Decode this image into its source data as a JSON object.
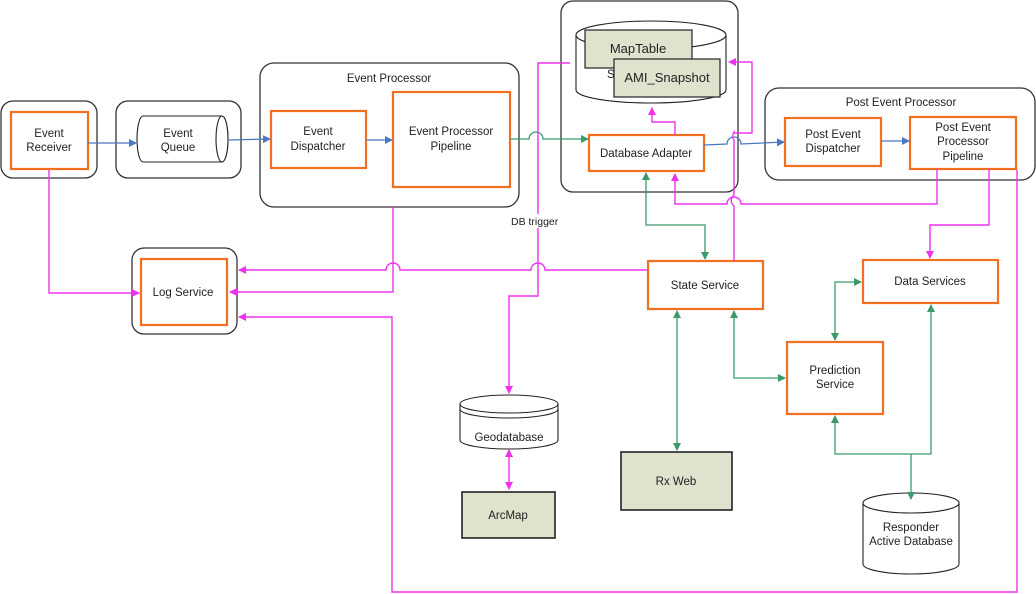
{
  "colors": {
    "service_border": "#f07020",
    "external_fill": "#dfe2cc",
    "magenta_flow": "#ee33ee",
    "green_flow": "#3a9a6a",
    "blue_flow": "#4a78c0"
  },
  "containers": {
    "event_processor": "Event Processor",
    "post_event_processor": "Post Event Processor"
  },
  "nodes": {
    "event_receiver": [
      "Event",
      "Receiver"
    ],
    "event_queue": [
      "Event",
      "Queue"
    ],
    "event_dispatcher": [
      "Event",
      "Dispatcher"
    ],
    "event_processor_pipeline": [
      "Event Processor",
      "Pipeline"
    ],
    "map_table": "MapTable",
    "ami_snapshot": "AMI_Snapshot",
    "hidden_label_fragment": "S",
    "database_adapter": "Database Adapter",
    "post_event_dispatcher": [
      "Post Event",
      "Dispatcher"
    ],
    "post_event_processor_pipeline": [
      "Post Event",
      "Processor",
      "Pipeline"
    ],
    "log_service": "Log Service",
    "state_service": "State Service",
    "data_services": "Data Services",
    "prediction_service": [
      "Prediction",
      "Service"
    ],
    "geodatabase": "Geodatabase",
    "arcmap": "ArcMap",
    "rx_web": "Rx Web",
    "responder_active_database": [
      "Responder",
      "Active Database"
    ]
  },
  "annotations": {
    "db_trigger": "DB trigger"
  }
}
